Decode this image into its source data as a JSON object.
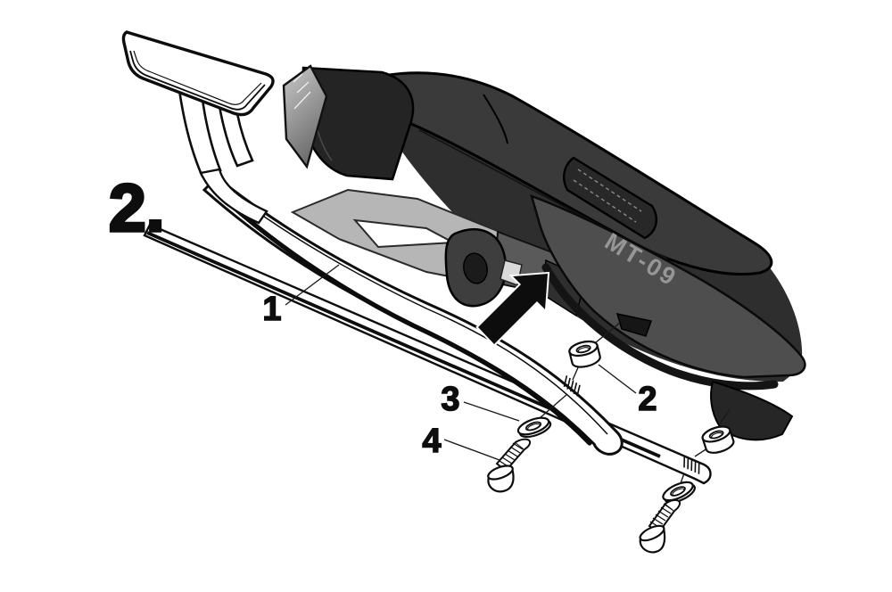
{
  "illustration": {
    "step_label": "2.",
    "model_logo_text": "MT-09",
    "callouts": [
      {
        "number": "1"
      },
      {
        "number": "2"
      },
      {
        "number": "3"
      },
      {
        "number": "4"
      }
    ],
    "icons": {
      "insert_direction_arrow": "solid black arrow pointing up-right"
    },
    "colors": {
      "ink": "#0d0d0d",
      "background": "#ffffff",
      "seat": "#3a3a3a",
      "tail_cowl": "#242424",
      "side_panel": "#4e4e4e",
      "platform": "#b6b6b6",
      "model_logo": "#969696"
    }
  }
}
